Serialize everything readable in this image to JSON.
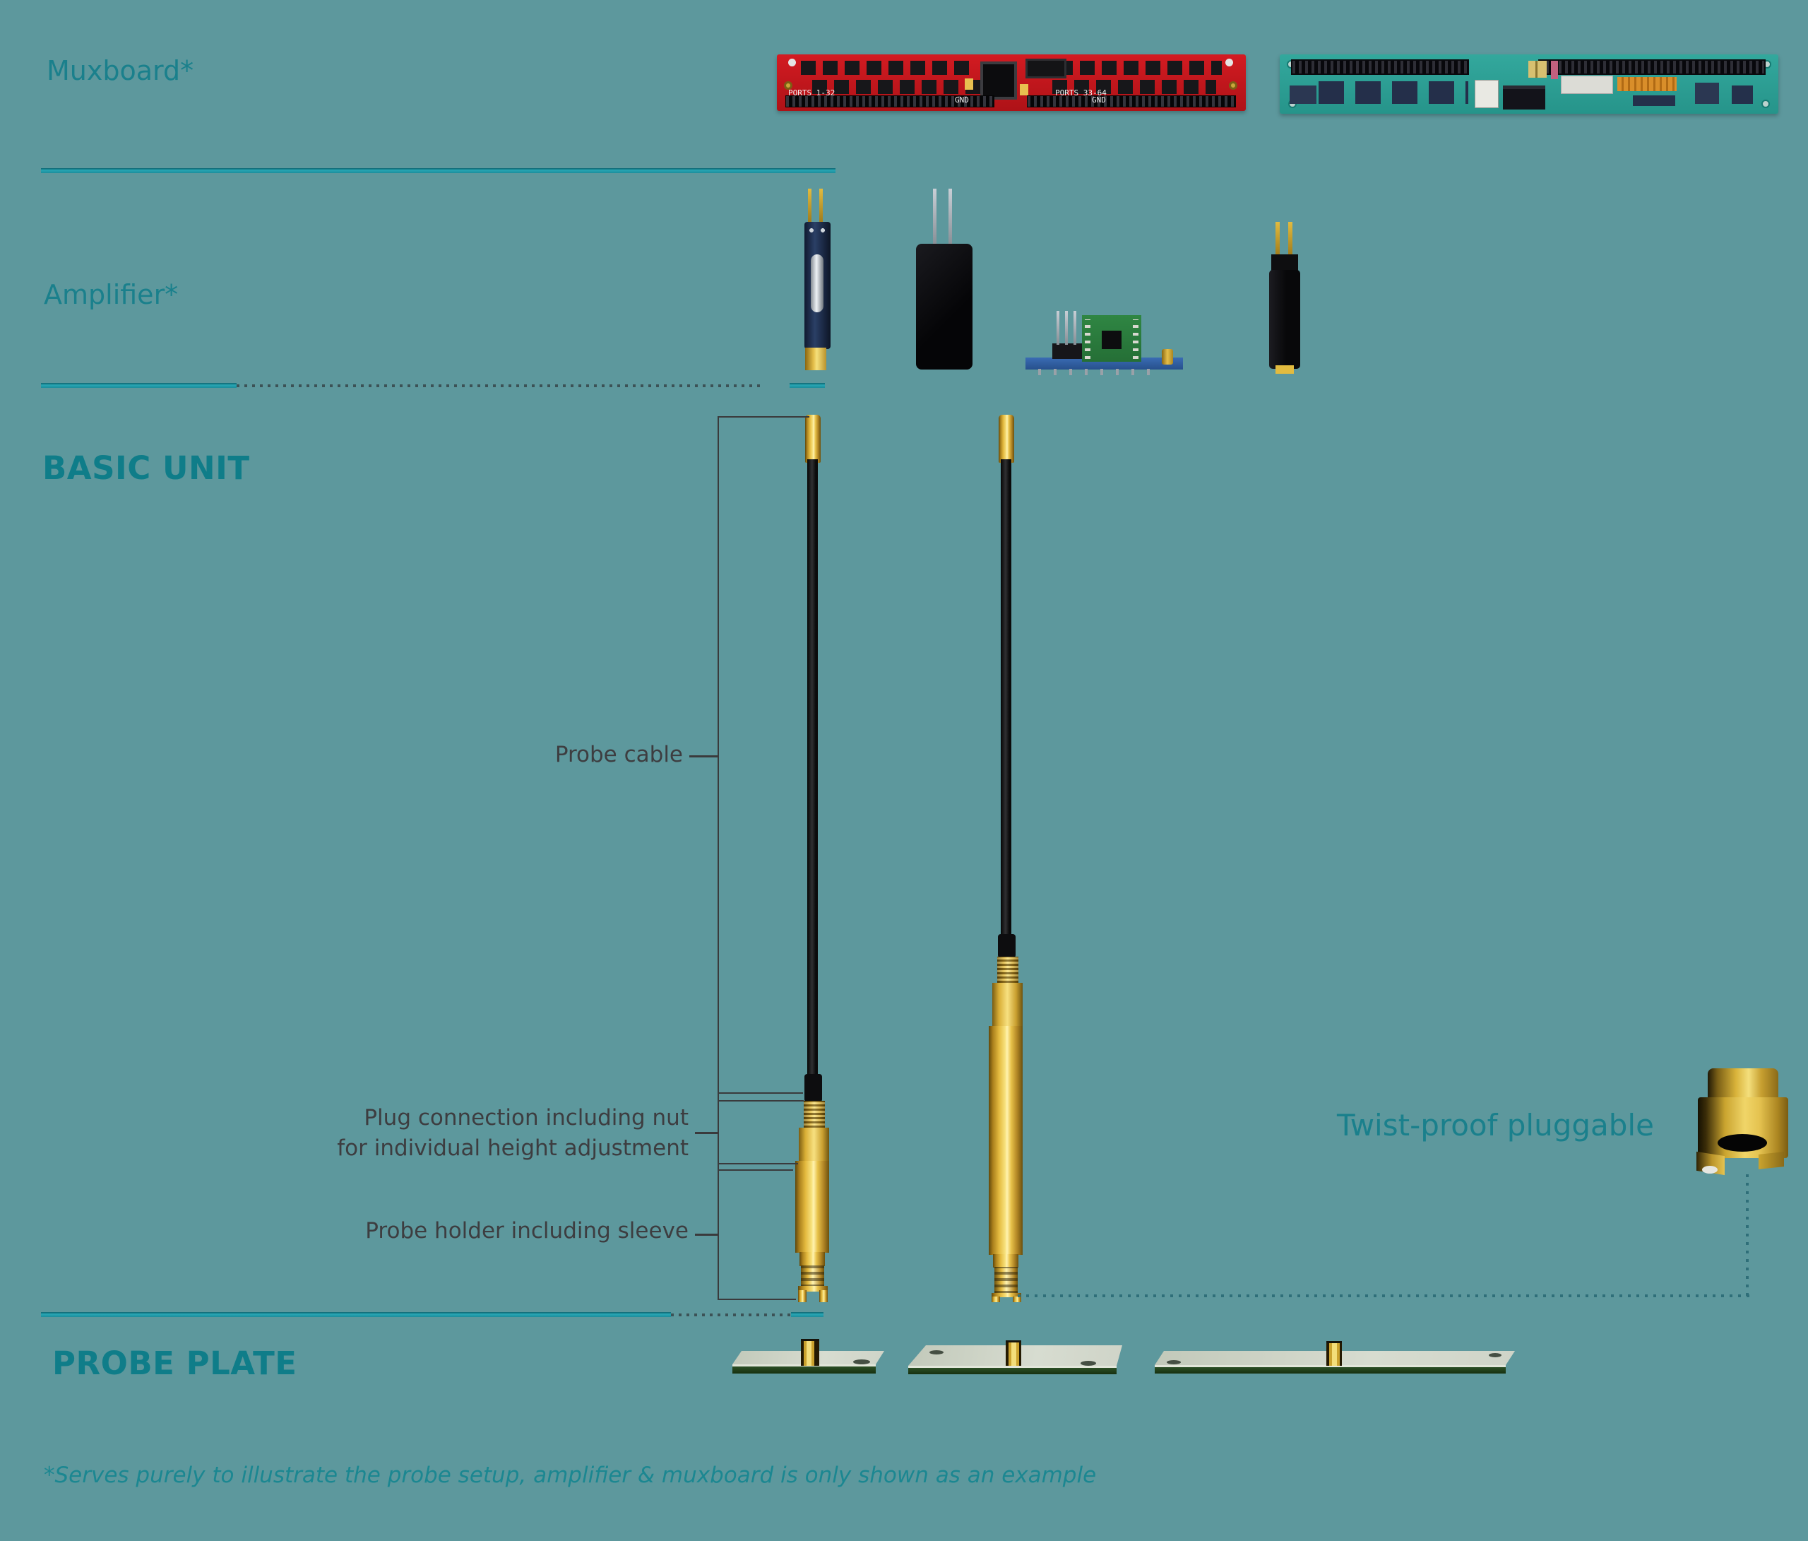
{
  "background": "#5d989d",
  "sections": {
    "muxboard": {
      "label": "Muxboard*"
    },
    "amplifier": {
      "label": "Amplifier*"
    },
    "basic_unit": {
      "label": "BASIC UNIT"
    },
    "probe_plate": {
      "label": "PROBE PLATE"
    }
  },
  "callouts": {
    "probe_cable": "Probe cable",
    "plug_connection_line1": "Plug connection including nut",
    "plug_connection_line2": "for individual height adjustment",
    "probe_holder": "Probe holder including sleeve",
    "twist_proof": "Twist-proof pluggable"
  },
  "footnote": "*Serves purely to illustrate the probe setup, amplifier & muxboard is only shown as an example",
  "muxboard_pcb": {
    "ports_left": "PORTS 1-32",
    "ports_right": "PORTS 33-64",
    "gnd_left": "GND",
    "gnd_right": "GND"
  },
  "colors": {
    "background": "#5d989d",
    "heading_teal": "#0f7d89",
    "label_teal": "#1a808c",
    "separator_teal": "#1e96a4",
    "callout_gray": "#3d3d40",
    "gold": "#e8c24a",
    "pcb_red": "#c2191f",
    "pcb_green": "#2b9e93"
  }
}
